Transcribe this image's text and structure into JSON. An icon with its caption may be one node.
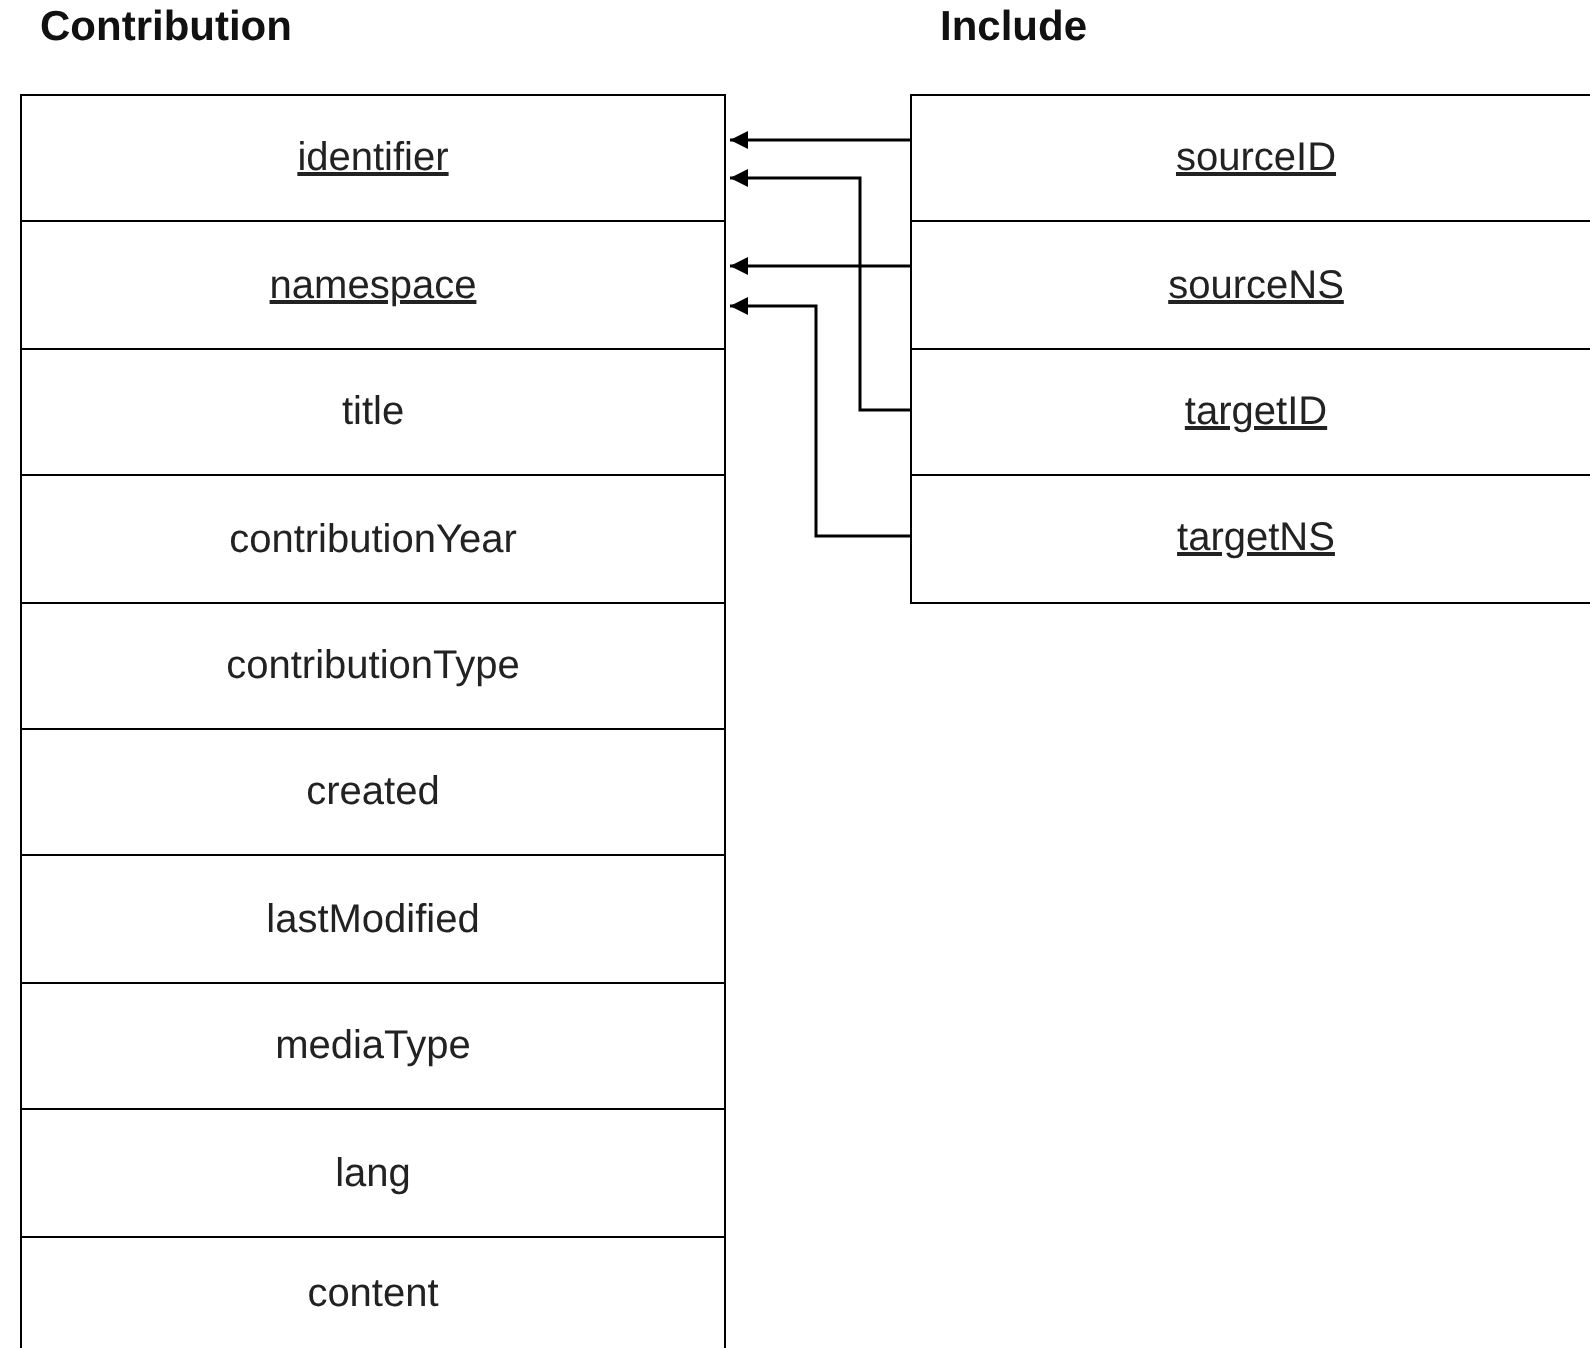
{
  "diagram": {
    "nodes": [
      {
        "text": [
          "Contribution"
        ]
      },
      {
        "text": [
          "identifier"
        ],
        "in": 0
      },
      {
        "text": [
          "namespace"
        ],
        "in": 0
      },
      {
        "text": [
          "title"
        ],
        "in": 0
      },
      {
        "text": [
          "contributionYear"
        ],
        "in": 0
      },
      {
        "text": [
          "contributionType"
        ],
        "in": 0
      },
      {
        "text": [
          "created"
        ],
        "in": 0
      },
      {
        "text": [
          "lastModified"
        ],
        "in": 0
      },
      {
        "text": [
          "mediaType"
        ],
        "in": 0
      },
      {
        "text": [
          "lang"
        ],
        "in": 0
      },
      {
        "text": [
          "content"
        ],
        "in": 0
      },
      {
        "text": [
          "Include"
        ]
      },
      {
        "text": [
          "sourceID"
        ],
        "in": 11
      },
      {
        "text": [
          "sourceNS"
        ],
        "in": 11
      },
      {
        "text": [
          "targetID"
        ],
        "in": 11
      },
      {
        "text": [
          "targetNS"
        ],
        "in": 11
      }
    ],
    "edges": [
      {
        "from": 12,
        "to": 1,
        "arrow": "to"
      },
      {
        "from": 14,
        "to": 1,
        "arrow": "to"
      },
      {
        "from": 13,
        "to": 2,
        "arrow": "to"
      },
      {
        "from": 15,
        "to": 2,
        "arrow": "to"
      }
    ]
  }
}
